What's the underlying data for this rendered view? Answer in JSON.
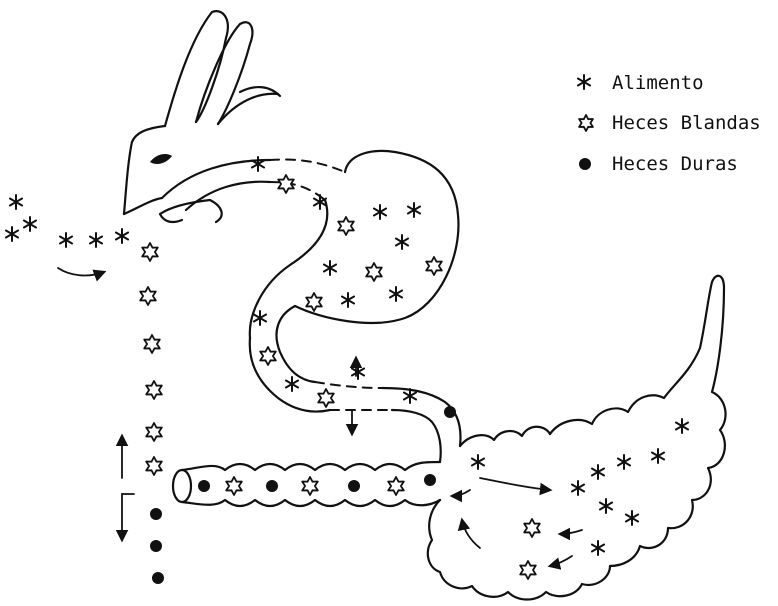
{
  "legend": {
    "items": [
      {
        "key": "food",
        "label": "Alimento"
      },
      {
        "key": "soft",
        "label": "Heces Blandas"
      },
      {
        "key": "hard",
        "label": "Heces Duras"
      }
    ]
  },
  "colors": {
    "ink": "#111111",
    "paper": "#ffffff"
  },
  "icons": {
    "food": "asterisk-icon",
    "soft": "hollow-star-icon",
    "hard": "filled-dot-icon"
  }
}
